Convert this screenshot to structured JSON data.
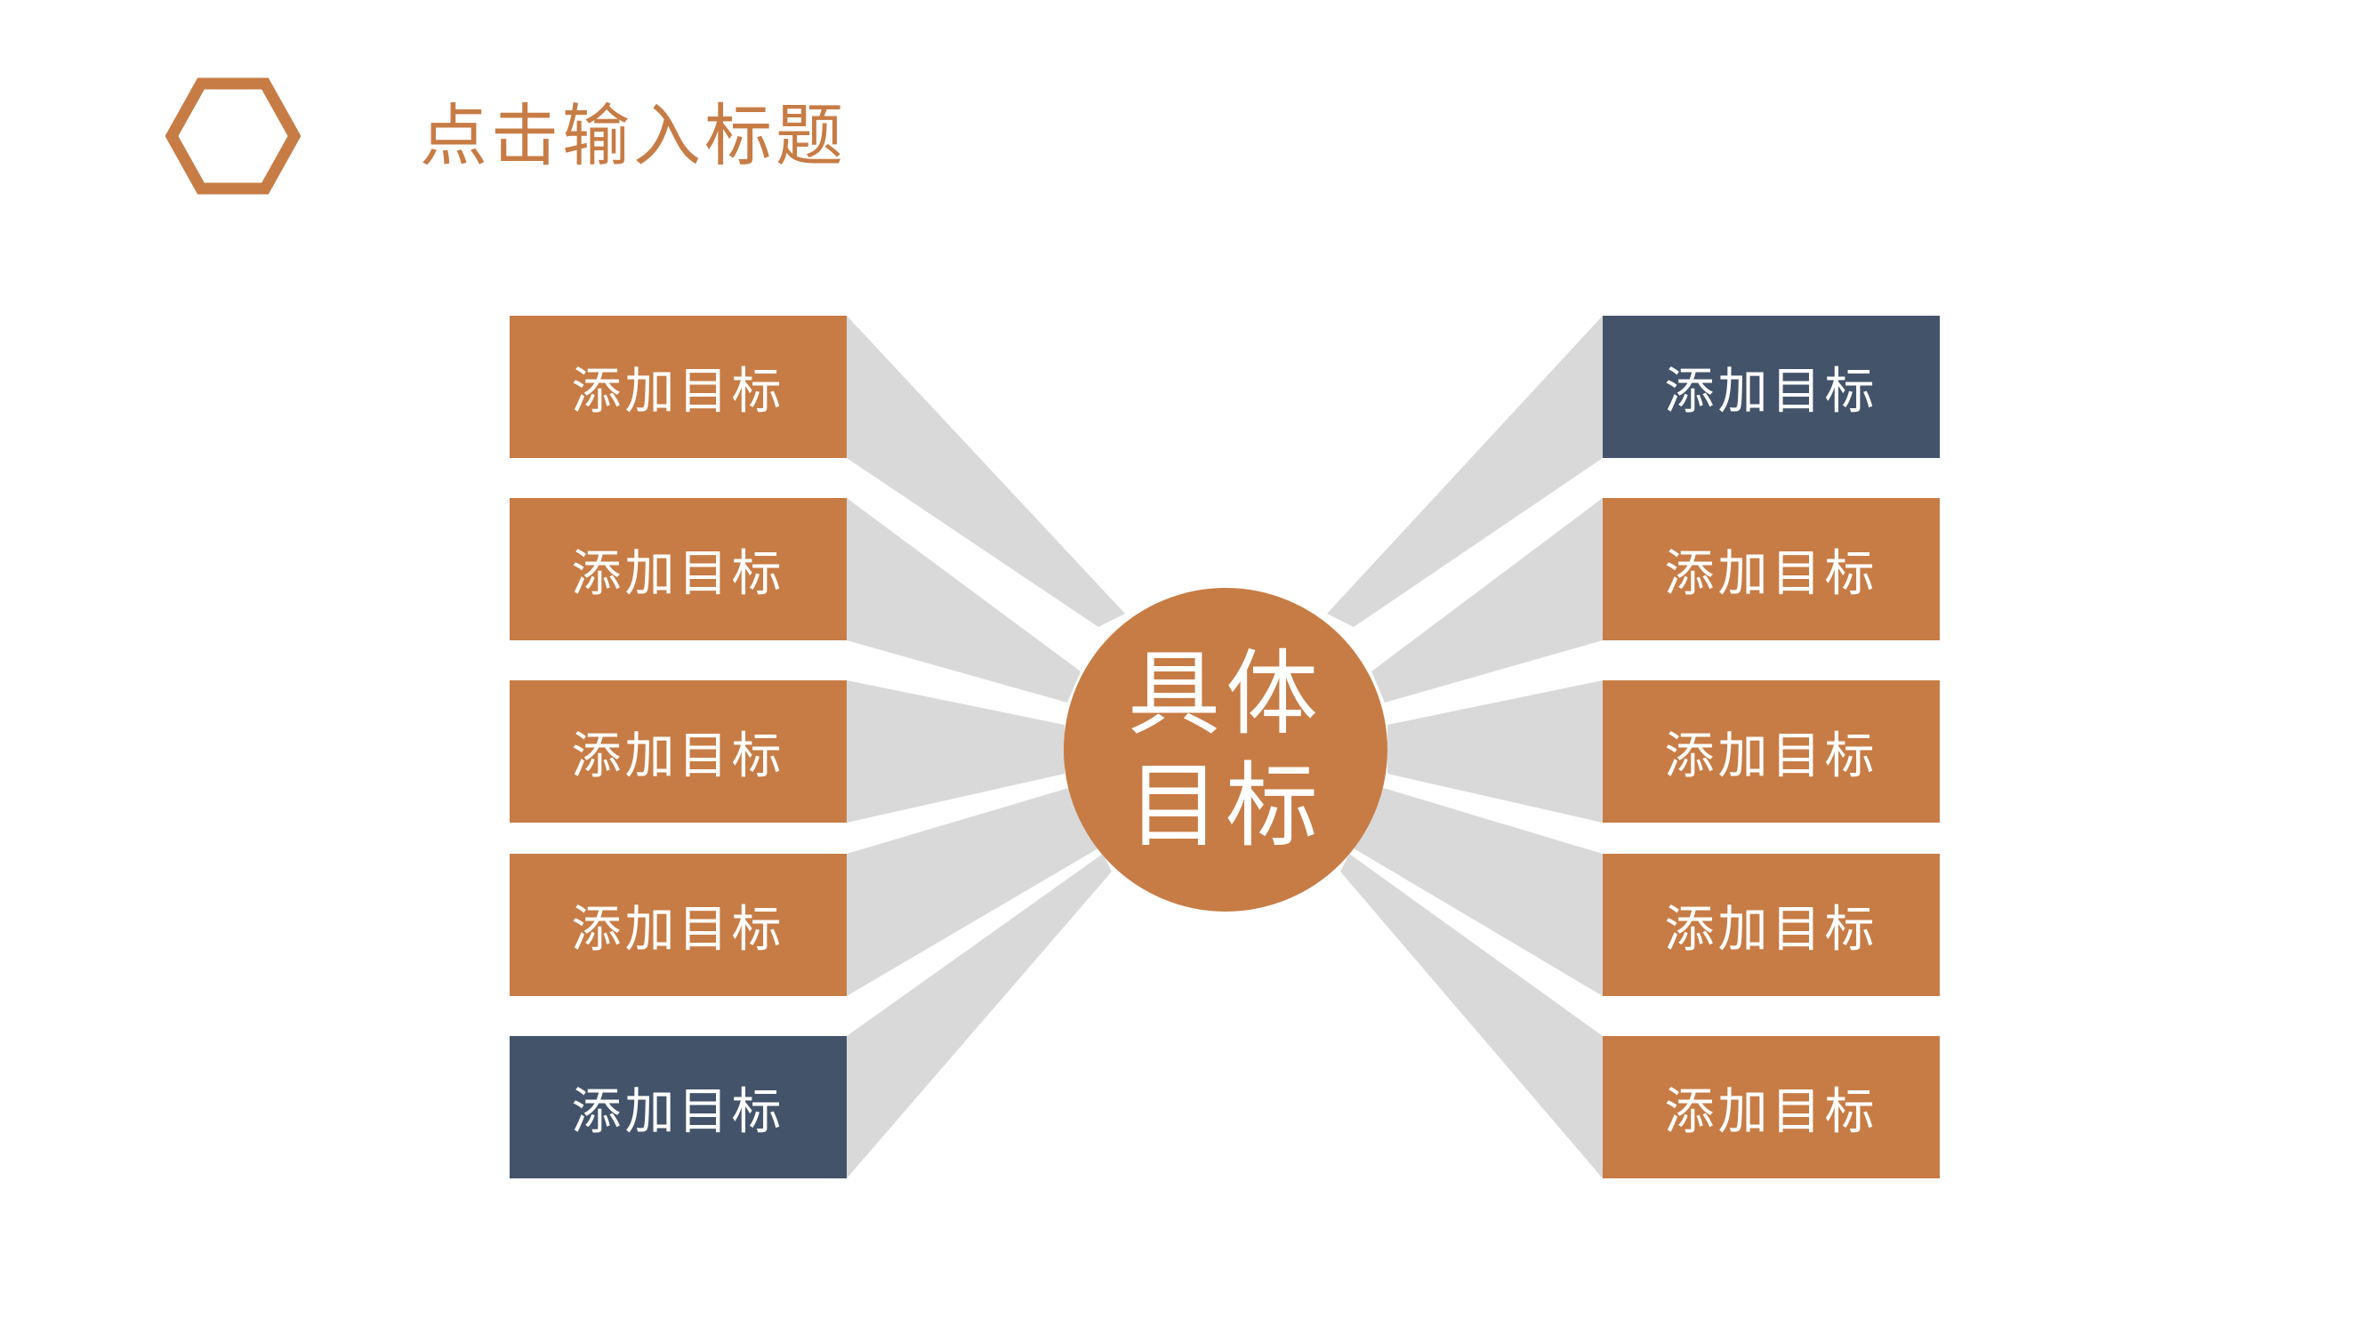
{
  "header": {
    "title": "点击输入标题"
  },
  "center": {
    "line1": "具体",
    "line2": "目标"
  },
  "left_goals": [
    {
      "label": "添加目标",
      "tone": "orange"
    },
    {
      "label": "添加目标",
      "tone": "orange"
    },
    {
      "label": "添加目标",
      "tone": "orange"
    },
    {
      "label": "添加目标",
      "tone": "orange"
    },
    {
      "label": "添加目标",
      "tone": "navy"
    }
  ],
  "right_goals": [
    {
      "label": "添加目标",
      "tone": "navy"
    },
    {
      "label": "添加目标",
      "tone": "orange"
    },
    {
      "label": "添加目标",
      "tone": "orange"
    },
    {
      "label": "添加目标",
      "tone": "orange"
    },
    {
      "label": "添加目标",
      "tone": "orange"
    }
  ],
  "colors": {
    "orange": "#c77c45",
    "navy": "#435369",
    "ray": "#d9d9d9",
    "background": "#ffffff"
  },
  "icons": {
    "header": "hexagon-outline-icon"
  }
}
